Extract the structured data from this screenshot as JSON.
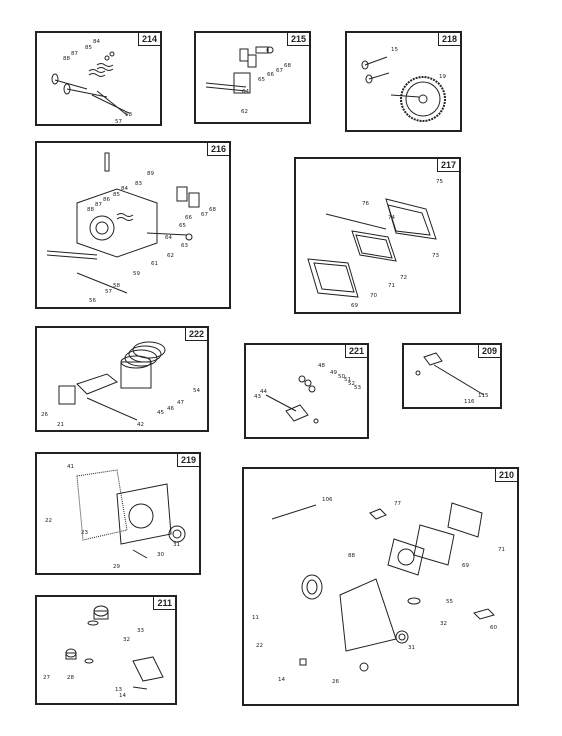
{
  "panels": {
    "p214": {
      "id": "214",
      "labels": [
        "84",
        "85",
        "87",
        "88",
        "57",
        "58"
      ]
    },
    "p215": {
      "id": "215",
      "labels": [
        "68",
        "67",
        "66",
        "65",
        "64",
        "62"
      ]
    },
    "p218": {
      "id": "218",
      "labels": [
        "15",
        "19"
      ]
    },
    "p216": {
      "id": "216",
      "labels": [
        "89",
        "83",
        "84",
        "85",
        "86",
        "87",
        "88",
        "66",
        "65",
        "68",
        "67",
        "64",
        "63",
        "62",
        "61",
        "59",
        "58",
        "57",
        "56"
      ]
    },
    "p217": {
      "id": "217",
      "labels": [
        "75",
        "76",
        "74",
        "73",
        "72",
        "71",
        "70",
        "69"
      ]
    },
    "p222": {
      "id": "222",
      "labels": [
        "54",
        "47",
        "46",
        "45",
        "42",
        "26",
        "21"
      ]
    },
    "p221": {
      "id": "221",
      "labels": [
        "48",
        "49",
        "50",
        "51",
        "52",
        "53",
        "44",
        "43"
      ]
    },
    "p209": {
      "id": "209",
      "labels": [
        "115",
        "116"
      ]
    },
    "p219": {
      "id": "219",
      "labels": [
        "41",
        "22",
        "23",
        "31",
        "30",
        "29"
      ]
    },
    "p210": {
      "id": "210",
      "labels": [
        "106",
        "77",
        "71",
        "88",
        "69",
        "11",
        "55",
        "32",
        "60",
        "22",
        "31",
        "14",
        "26"
      ]
    },
    "p211": {
      "id": "211",
      "labels": [
        "33",
        "32",
        "27",
        "28",
        "13",
        "14"
      ]
    }
  },
  "colors": {
    "ink": "#222222",
    "paper": "#ffffff"
  }
}
